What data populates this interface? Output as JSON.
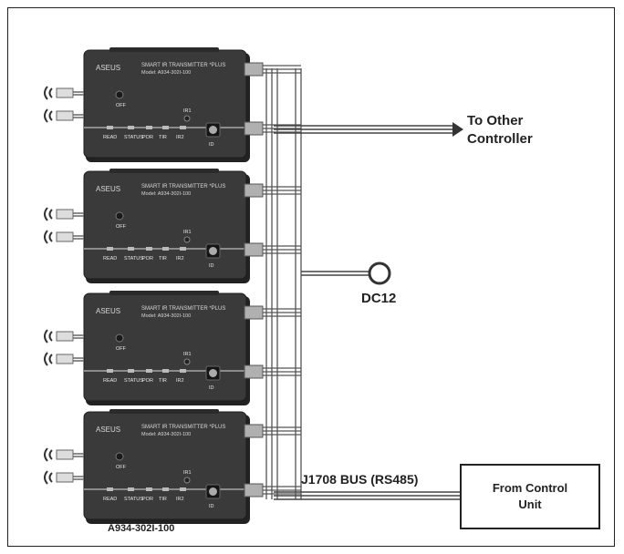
{
  "device": {
    "brand": "ASEUS",
    "product": "SMART IR TRANSMITTER *PLUS",
    "model": "Model: A934-302I-100",
    "off_label": "OFF",
    "ir1_label": "IR1",
    "id_label": "ID",
    "led_labels": [
      "READ",
      "STATUS",
      "POR",
      "TIR",
      "IR2"
    ]
  },
  "devices_count_label": "A934-302I-100",
  "labels": {
    "to_other_line1": "To Other",
    "to_other_line2": "Controller",
    "dc12": "DC12",
    "bus": "J1708 BUS (RS485)",
    "from_control_line1": "From Control",
    "from_control_line2": "Unit"
  },
  "colors": {
    "device_body": "#3a3a3a",
    "device_shadow": "#222222",
    "wire": "#555555",
    "connector": "#b0b0b0"
  }
}
